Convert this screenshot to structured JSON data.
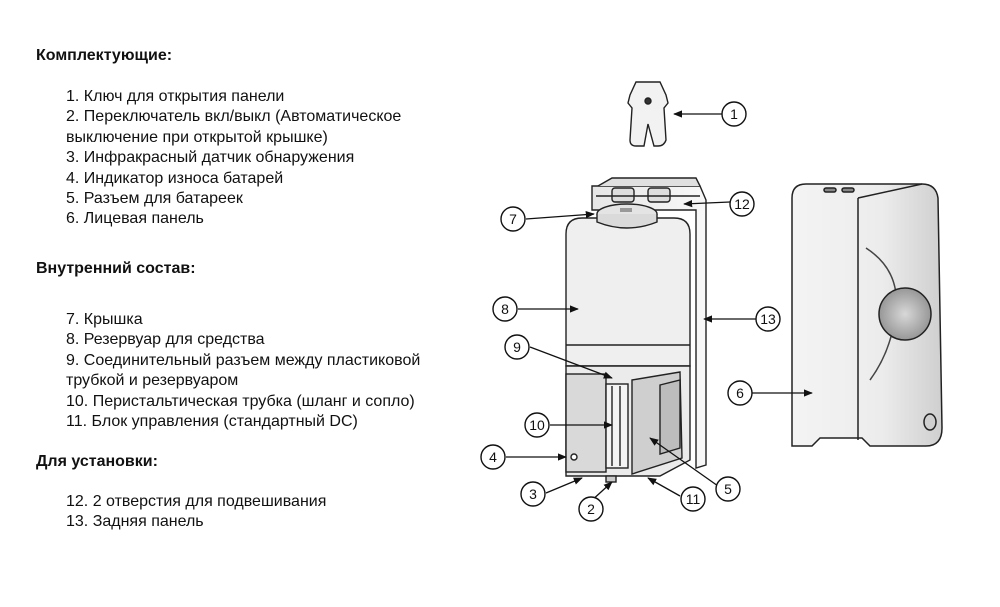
{
  "sections": [
    {
      "heading": "Комплектующие:",
      "items": [
        "1. Ключ для открытия панели",
        "2. Переключатель вкл/выкл (Автоматическое",
        "выключение при открытой крышке)",
        "3. Инфракрасный датчик обнаружения",
        "4. Индикатор износа батарей",
        "5. Разъем для батареек",
        "6. Лицевая панель"
      ]
    },
    {
      "heading": "Внутренний состав:",
      "items": [
        "7. Крышка",
        "8. Резервуар для средства",
        "9. Соединительный разъем между пластиковой",
        "трубкой и резервуаром",
        "10. Перистальтическая трубка (шланг и сопло)",
        "11. Блок управления (стандартный DC)"
      ]
    },
    {
      "heading": "Для установки:",
      "items": [
        "12. 2 отверстия для подвешивания",
        "13. Задняя панель"
      ]
    }
  ],
  "callouts": [
    "1",
    "2",
    "3",
    "4",
    "5",
    "6",
    "7",
    "8",
    "9",
    "10",
    "11",
    "12",
    "13"
  ]
}
